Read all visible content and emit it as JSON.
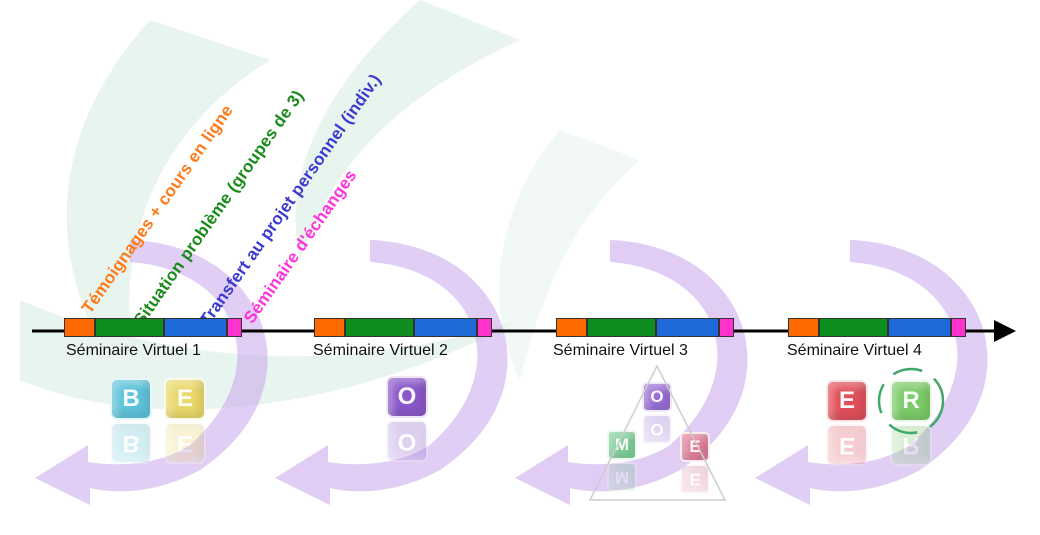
{
  "legend": {
    "items": [
      {
        "label": "Témoignages + cours en ligne",
        "color": "#ff7a1a"
      },
      {
        "label": "Situation problème (groupes de 3)",
        "color": "#1a8a1a"
      },
      {
        "label": "Transfert au projet personnel (indiv.)",
        "color": "#3a3ad0"
      },
      {
        "label": "Séminaire d'échanges",
        "color": "#ff33dd"
      }
    ]
  },
  "timeline": {
    "segment_colors": [
      "#ff6a00",
      "#0e8e1e",
      "#1f6ad6",
      "#ff33cc"
    ],
    "seminars": [
      {
        "label": "Séminaire Virtuel 1",
        "icons": [
          {
            "letter": "B",
            "color": "#5fc3d9",
            "name": "cube-b-icon"
          },
          {
            "letter": "E",
            "color": "#e9d86a",
            "name": "cube-e-icon"
          }
        ]
      },
      {
        "label": "Séminaire Virtuel 2",
        "icons": [
          {
            "letter": "O",
            "color": "#8a58c9",
            "name": "cube-o-icon"
          }
        ]
      },
      {
        "label": "Séminaire Virtuel 3",
        "icons": [
          {
            "letter": "O",
            "color": "#9a6ed6",
            "name": "cube-o-small-icon"
          },
          {
            "letter": "M",
            "color": "#7fd09a",
            "name": "cube-m-icon"
          },
          {
            "letter": "E",
            "color": "#e07e9a",
            "name": "cube-e-small-icon"
          }
        ]
      },
      {
        "label": "Séminaire Virtuel 4",
        "icons": [
          {
            "letter": "E",
            "color": "#e0505a",
            "name": "cube-e-red-icon"
          },
          {
            "letter": "R",
            "color": "#7ccb6a",
            "name": "cube-r-icon"
          }
        ]
      }
    ]
  },
  "colors": {
    "arrow_purple": "#c9a6ec",
    "background_leaf": "#e6f3ec",
    "axis": "#000000"
  }
}
